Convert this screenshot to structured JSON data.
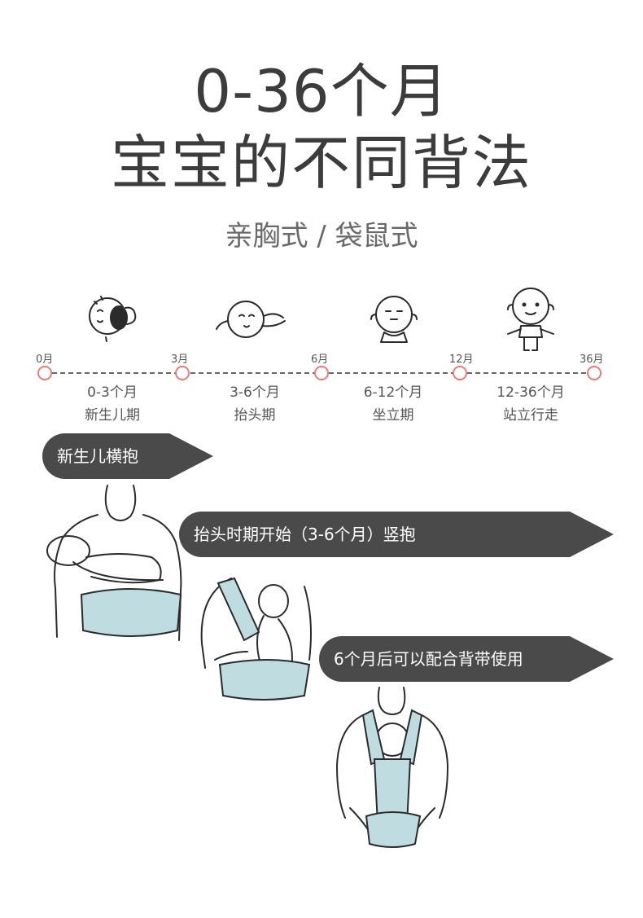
{
  "heading": {
    "line1": "0-36个月",
    "line2": "宝宝的不同背法",
    "subtitle": "亲胸式 / 袋鼠式"
  },
  "timeline": {
    "ticks": [
      "0月",
      "3月",
      "6月",
      "12月",
      "36月"
    ],
    "stages": [
      {
        "range": "0-3个月",
        "name": "新生儿期"
      },
      {
        "range": "3-6个月",
        "name": "抬头期"
      },
      {
        "range": "6-12个月",
        "name": "坐立期"
      },
      {
        "range": "12-36个月",
        "name": "站立行走"
      }
    ],
    "colors": {
      "node": "#f07a7a",
      "line": "#666666"
    }
  },
  "arrows": [
    {
      "label": "新生儿横抱"
    },
    {
      "label": "抬头时期开始（3-6个月）竖抱"
    },
    {
      "label": "6个月后可以配合背带使用"
    }
  ],
  "colors": {
    "arrow": "#4a4a4a",
    "carrier": "#bfdde0",
    "text": "#3c3c3c"
  },
  "icons": [
    "newborn-baby-icon",
    "crawling-baby-icon",
    "sitting-baby-icon",
    "standing-toddler-icon"
  ]
}
